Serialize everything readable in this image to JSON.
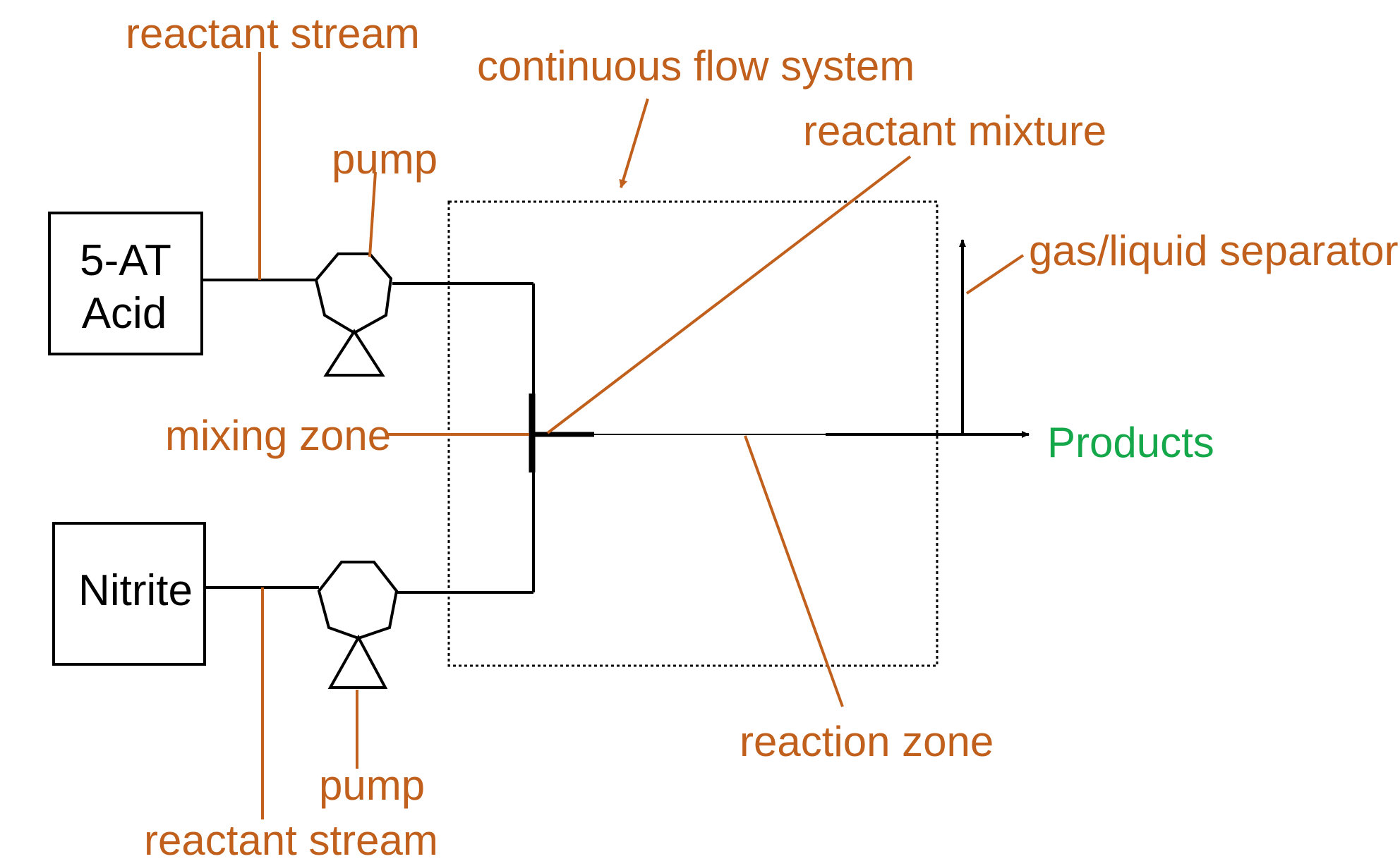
{
  "diagram": {
    "colors": {
      "annotation": "#C0601C",
      "products": "#14A84A",
      "line": "#000000"
    },
    "vessels": {
      "top_line1": "5-AT",
      "top_line2": "Acid",
      "bottom": "Nitrite"
    },
    "labels": {
      "reactant_stream_top": "reactant stream",
      "reactant_stream_bottom": "reactant stream",
      "pump_top": "pump",
      "pump_bottom": "pump",
      "continuous_flow_system": "continuous flow system",
      "reactant_mixture": "reactant mixture",
      "gas_liquid_separator": "gas/liquid separator",
      "mixing_zone": "mixing zone",
      "reaction_zone": "reaction zone",
      "products": "Products"
    },
    "icons": {
      "pump": "pump-icon",
      "arrow": "arrow-icon"
    }
  }
}
